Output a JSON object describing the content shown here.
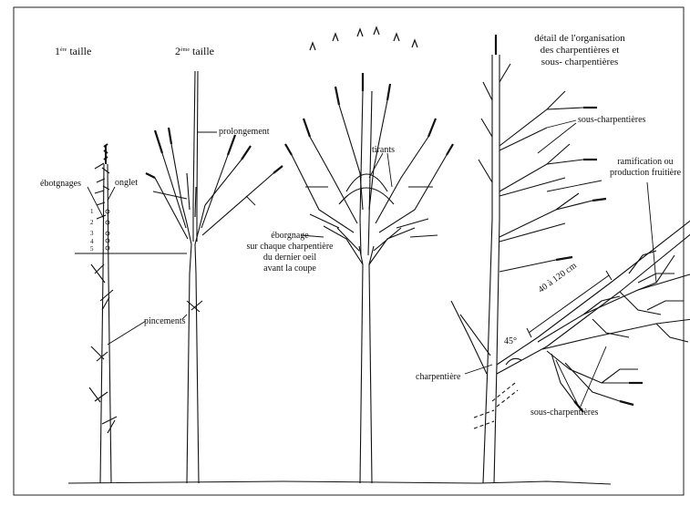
{
  "stages": {
    "first": {
      "number": "1",
      "sup": "ère",
      "word": "taille"
    },
    "second": {
      "number": "2",
      "sup": "ème",
      "word": "taille"
    }
  },
  "detail_title": {
    "line1": "détail de l'organisation",
    "line2": "des charpentières et",
    "line3": "sous- charpentières"
  },
  "labels": {
    "eborgnages": "ébotgnages",
    "onglet": "onglet",
    "prolongement": "prolongement",
    "eborgnage_l1": "éborgnage",
    "eborgnage_l2": "sur chaque charpentière",
    "eborgnage_l3": "du dernier oeil",
    "eborgnage_l4": "avant la coupe",
    "pincements": "pincements",
    "tirants": "tirants",
    "sous_charp_top": "sous-charpentières",
    "ramif_l1": "ramification ou",
    "ramif_l2": "production fruitière",
    "measure": "40 à 120 cm",
    "angle": "45°",
    "charpentiere": "charpentière",
    "sous_charp_bottom": "sous-charpentières"
  },
  "bud_numbers": [
    "1",
    "2",
    "3",
    "4",
    "5"
  ],
  "colors": {
    "ink": "#111111",
    "background": "#ffffff",
    "frame": "#222222"
  }
}
